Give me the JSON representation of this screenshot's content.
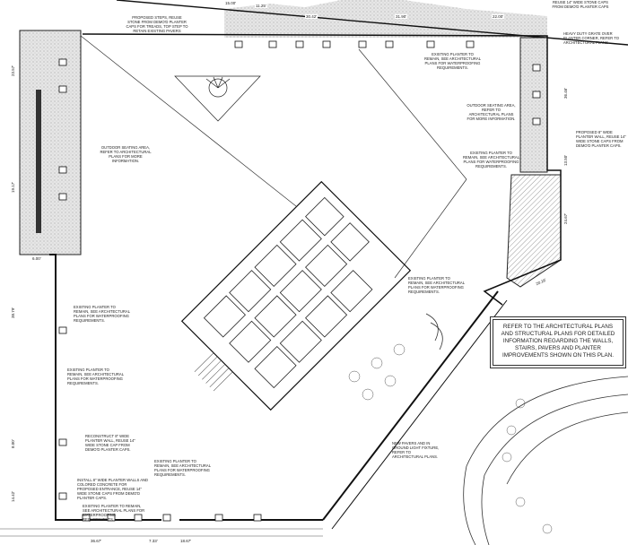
{
  "callout": {
    "lines": [
      "REFER TO THE ARCHITECTURAL PLANS",
      "AND STRUCTURAL PLANS FOR DETAILED",
      "INFORMATION REGARDING THE WALLS,",
      "STAIRS, PAVERS AND PLANTER",
      "IMPROVEMENTS SHOWN ON THIS PLAN."
    ]
  },
  "notes": [
    "PROPOSED STEPS, REUSE STONE FROM DEMO'D PLANTER CAPS FOR TREADS, TOP STEP TO RETAIN EXISTING PAVERS",
    "REUSE 14\" WIDE STONE CAPS FROM DEMO'D PLANTER CAPS",
    "HEAVY DUTY GRATE OVER PLANTER CORNER, REFER TO ARCHITECTURAL PLANS",
    "EXISTING PLANTER TO REMAIN, SEE ARCHITECTURAL PLANS FOR WATERPROOFING REQUIREMENTS.",
    "OUTDOOR SEATING AREA, REFER TO ARCHITECTURAL PLANS FOR MORE INFORMATION.",
    "PROPOSED 8\" WIDE PLANTER WALL, REUSE 14\" WIDE STONE CAPS FROM DEMO'D PLANTER CAPS.",
    "EXISTING PLANTER TO REMAIN, SEE ARCHITECTURAL PLANS FOR WATERPROOFING REQUIREMENTS.",
    "OUTDOOR SEATING AREA, REFER TO ARCHITECTURAL PLANS FOR MORE INFORMATION.",
    "EXISTING PLANTER TO REMAIN, SEE ARCHITECTURAL PLANS FOR WATERPROOFING REQUIREMENTS.",
    "EXISTING PLANTER TO REMAIN, SEE ARCHITECTURAL PLANS FOR WATERPROOFING REQUIREMENTS.",
    "EXISTING PLANTER TO REMAIN, SEE ARCHITECTURAL PLANS FOR WATERPROOFING REQUIREMENTS.",
    "RECONSTRUCT 8\" WIDE PLANTER WALL, REUSE 14\" WIDE STONE CAP FROM DEMO'D PLANTER CAPS.",
    "EXISTING PLANTER TO REMAIN, SEE ARCHITECTURAL PLANS FOR WATERPROOFING REQUIREMENTS.",
    "INSTALL 8\" WIDE PLANTER WALLS AND COLORED CONCRETE FOR PROPOSED ENTRANCE, REUSE 14\" WIDE STONE CAPS FROM DEMO'D PLANTER CAPS.",
    "EXISTING PLANTER TO REMAIN, SEE ARCHITECTURAL PLANS FOR WATERPROOFING REQUIREMENTS.",
    "NEW PAVERS AND IN GROUND LIGHT FIXTURE, REFER TO ARCHITECTURAL PLANS."
  ],
  "dimensions": {
    "top": [
      "15.00'",
      "11.25'",
      "30.42'",
      "31.90'",
      "22.00'"
    ],
    "bottom": [
      "36.67'",
      "7.33'",
      "18.67'"
    ],
    "left": [
      "23.57'",
      "19.17'",
      "6.00'",
      "38.79'",
      "8.00'",
      "14.42'"
    ],
    "right": [
      "36.46'",
      "13.50'",
      "24.67'",
      "20.16'"
    ]
  }
}
